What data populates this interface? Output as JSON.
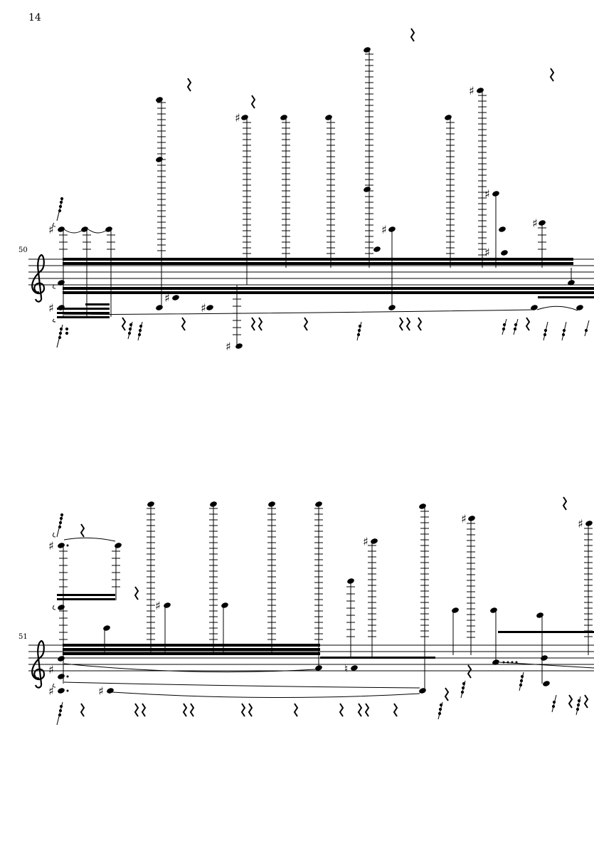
{
  "page": {
    "page_number": "14"
  },
  "systems": [
    {
      "measure_number": "50"
    },
    {
      "measure_number": "51"
    }
  ]
}
